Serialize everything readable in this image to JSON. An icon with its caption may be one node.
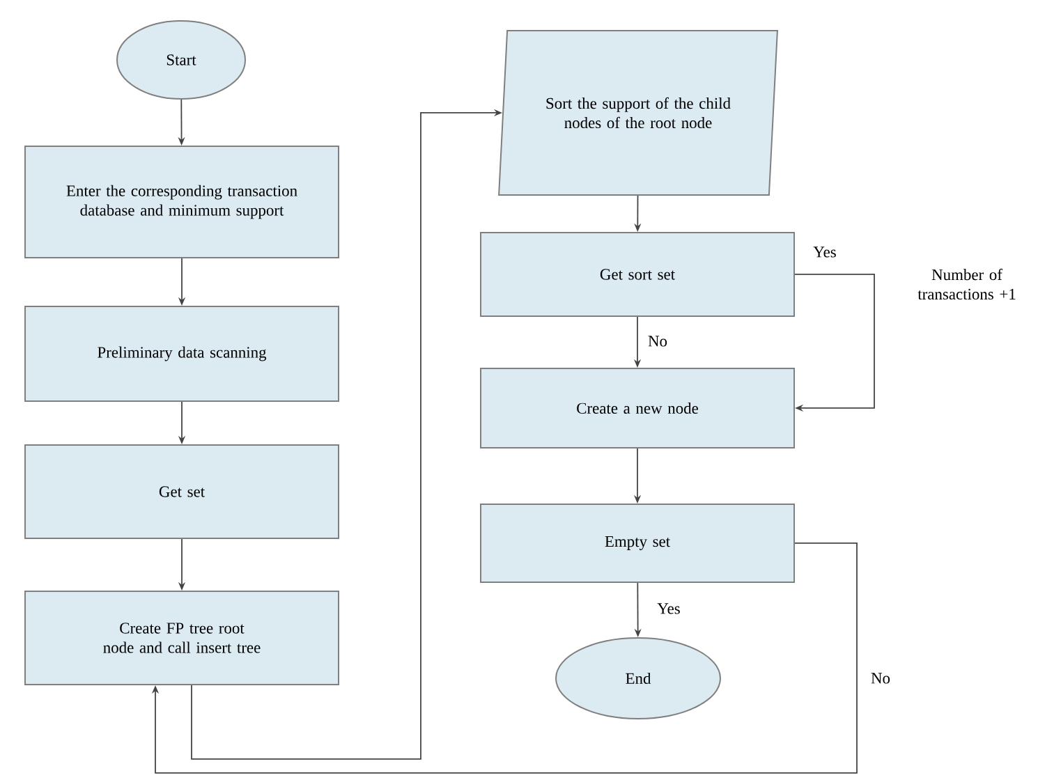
{
  "diagram": {
    "nodes": [
      {
        "text": [
          "Start"
        ]
      },
      {
        "text": [
          "Enter the corresponding transaction database and minimum support"
        ]
      },
      {
        "text": [
          "Preliminary data scanning"
        ]
      },
      {
        "text": [
          "Get set"
        ]
      },
      {
        "text": [
          "Create FP tree root node and call insert tree"
        ]
      },
      {
        "text": [
          "Sort the support of the child nodes of the root node"
        ]
      },
      {
        "text": [
          "Get sort set"
        ]
      },
      {
        "text": [
          "Create a new node"
        ]
      },
      {
        "text": [
          "Empty set"
        ]
      },
      {
        "text": [
          "End"
        ]
      }
    ],
    "edges": [
      {
        "from": 0,
        "to": 1,
        "arrow": "to"
      },
      {
        "from": 1,
        "to": 2,
        "arrow": "to"
      },
      {
        "from": 2,
        "to": 3,
        "arrow": "to"
      },
      {
        "from": 3,
        "to": 4,
        "arrow": "to"
      },
      {
        "from": 4,
        "to": 5,
        "arrow": "to"
      },
      {
        "from": 5,
        "to": 6,
        "arrow": "to"
      },
      {
        "from": 6,
        "to": 7,
        "arrow": "to",
        "label": "No"
      },
      {
        "from": 6,
        "to": 7,
        "arrow": "to",
        "label": "Yes"
      },
      {
        "from": 7,
        "to": 8,
        "arrow": "to"
      },
      {
        "from": 8,
        "to": 9,
        "arrow": "to",
        "label": "Yes"
      },
      {
        "from": 8,
        "to": 4,
        "arrow": "to",
        "label": "No"
      }
    ],
    "labels": [
      "Number of transactions +1"
    ]
  }
}
